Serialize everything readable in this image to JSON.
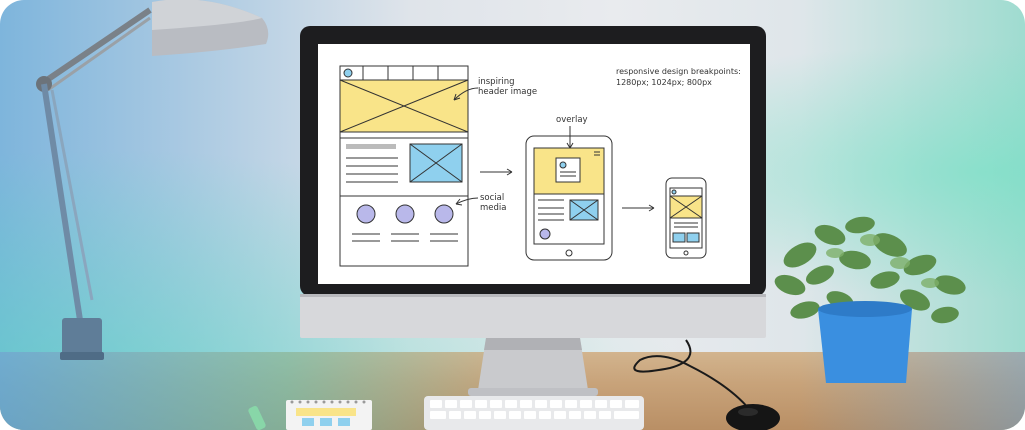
{
  "screen": {
    "annotation_header": "inspiring header image",
    "annotation_header_line1": "inspiring",
    "annotation_header_line2": "header image",
    "annotation_social": "social media",
    "annotation_social_line1": "social",
    "annotation_social_line2": "media",
    "annotation_overlay": "overlay",
    "breakpoints_line1": "responsive design breakpoints:",
    "breakpoints_line2": "1280px; 1024px; 800px"
  },
  "colors": {
    "sketch_yellow": "#f9e489",
    "sketch_blue": "#8fd0ee",
    "sketch_purple": "#b9b8ea",
    "monitor_bezel": "#1d1d1f",
    "monitor_silver": "#d7d8db",
    "pot_blue": "#3a8fe0",
    "plant_green": "#5c8f4c"
  },
  "icons": [
    "desk-lamp-icon",
    "plant-icon",
    "mouse-icon",
    "keyboard-icon",
    "notebook-icon"
  ]
}
